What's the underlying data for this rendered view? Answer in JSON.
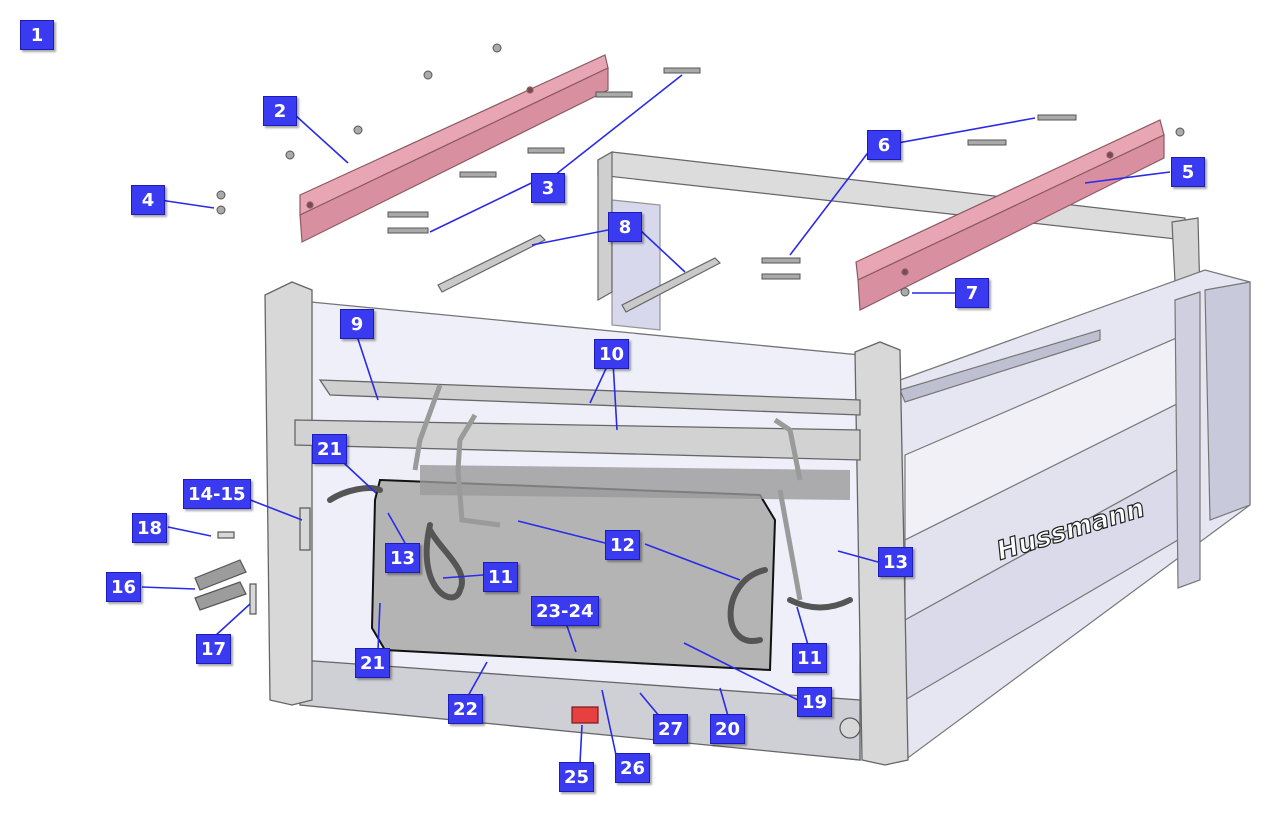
{
  "figure_number": "1",
  "brand_logo": "Hussmann",
  "colors": {
    "callout_bg": "#3a3af0",
    "leader_line": "#2a2ae8",
    "highlight_part": "#e8a6b4",
    "latch_part": "#e84040"
  },
  "callouts": [
    "2",
    "3",
    "4",
    "5",
    "6",
    "7",
    "8",
    "9",
    "10",
    "11",
    "11",
    "12",
    "13",
    "13",
    "14-15",
    "16",
    "17",
    "18",
    "19",
    "20",
    "21",
    "21",
    "22",
    "23-24",
    "25",
    "26",
    "27"
  ]
}
